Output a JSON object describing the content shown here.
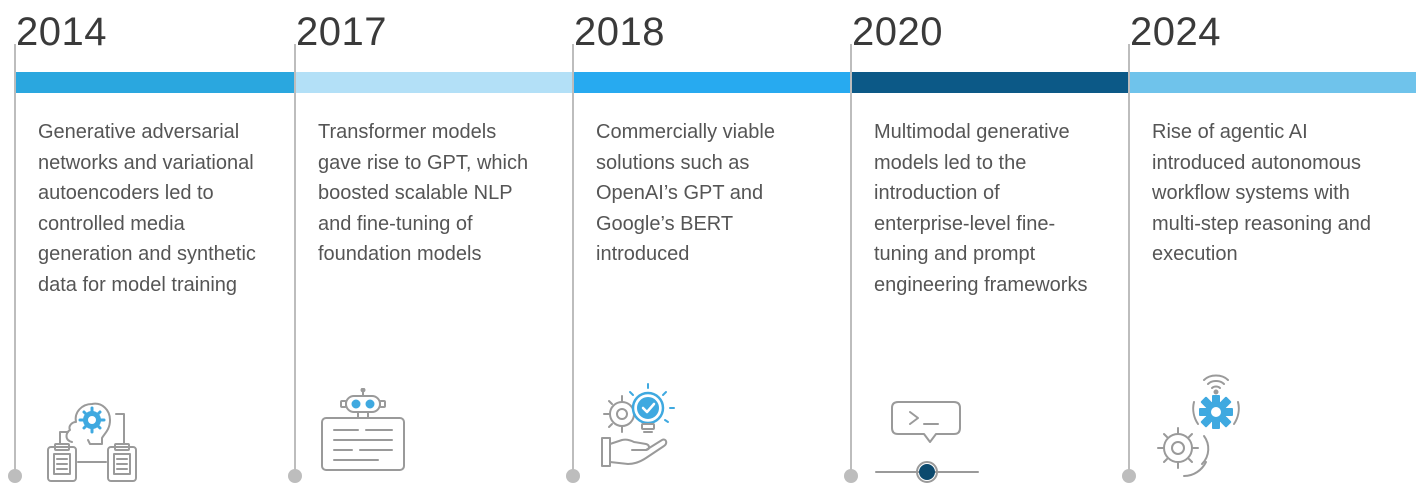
{
  "milestones": [
    {
      "year": "2014",
      "text": "Generative adversarial networks and variational autoencoders led to controlled media generation and synthetic data for model training",
      "band_color": "#2aa7df",
      "icon": "brain-gear-clipboards-icon"
    },
    {
      "year": "2017",
      "text": "Transformer models gave rise to GPT, which boosted scalable NLP and fine-tuning of foundation models",
      "band_color": "#b3e0f7",
      "icon": "robot-document-icon"
    },
    {
      "year": "2018",
      "text": "Commercially viable solutions such as OpenAI’s GPT and Google’s BERT introduced",
      "band_color": "#27aaf0",
      "icon": "hand-lightbulb-gear-icon"
    },
    {
      "year": "2020",
      "text": "Multimodal generative models led to the introduction of enterprise-level fine-tuning and prompt engineering frameworks",
      "band_color": "#0c5987",
      "icon": "terminal-prompt-slider-icon"
    },
    {
      "year": "2024",
      "text": "Rise of agentic AI introduced autonomous workflow systems with multi-step reasoning and execution",
      "band_color": "#6fc3eb",
      "icon": "gears-wireless-icon"
    }
  ],
  "colors": {
    "line_gray": "#bdbdbd",
    "text": "#555555",
    "year_text": "#3a3a3a",
    "icon_gray": "#9a9a9a",
    "icon_blue": "#3fa9e0",
    "icon_navy": "#0c4a6e"
  }
}
